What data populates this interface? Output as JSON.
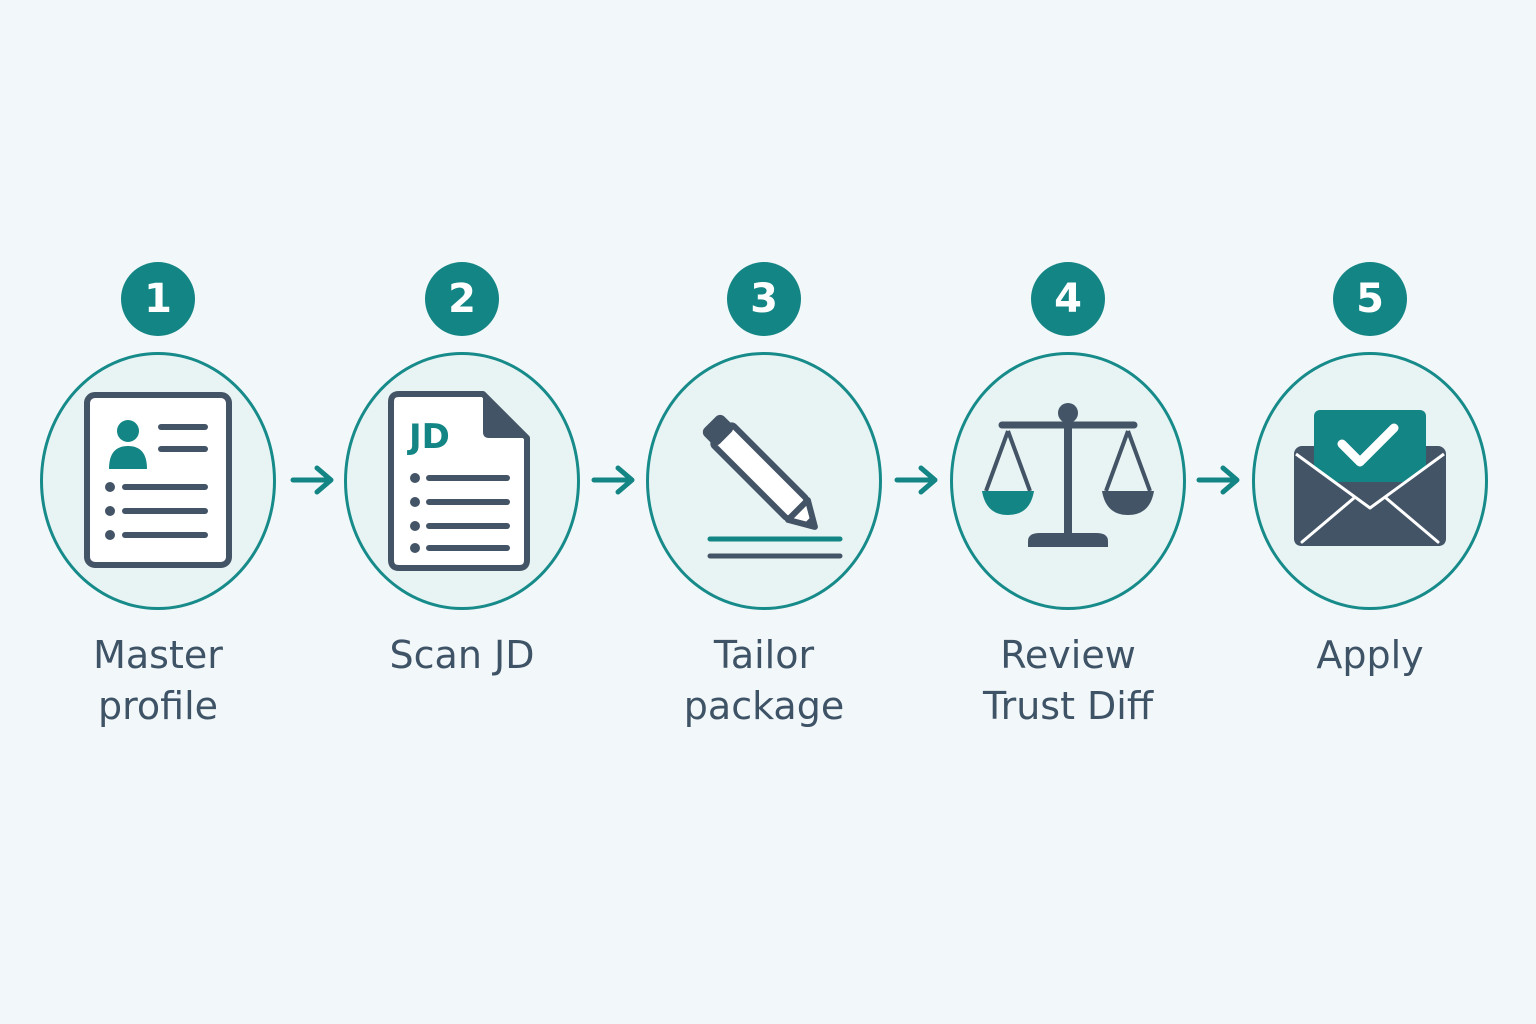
{
  "colors": {
    "teal": "#138584",
    "slate": "#435466",
    "background": "#f2f7fa",
    "circle_fill": "#e8f3f3"
  },
  "steps": [
    {
      "number": "1",
      "icon": "resume-profile-icon",
      "label_lines": [
        "Master",
        "profile"
      ]
    },
    {
      "number": "2",
      "icon": "job-description-document-icon",
      "icon_text": "JD",
      "label_lines": [
        "Scan JD"
      ]
    },
    {
      "number": "3",
      "icon": "pencil-write-icon",
      "label_lines": [
        "Tailor",
        "package"
      ]
    },
    {
      "number": "4",
      "icon": "balance-scale-icon",
      "label_lines": [
        "Review",
        "Trust Diff"
      ]
    },
    {
      "number": "5",
      "icon": "envelope-check-icon",
      "label_lines": [
        "Apply"
      ]
    }
  ]
}
